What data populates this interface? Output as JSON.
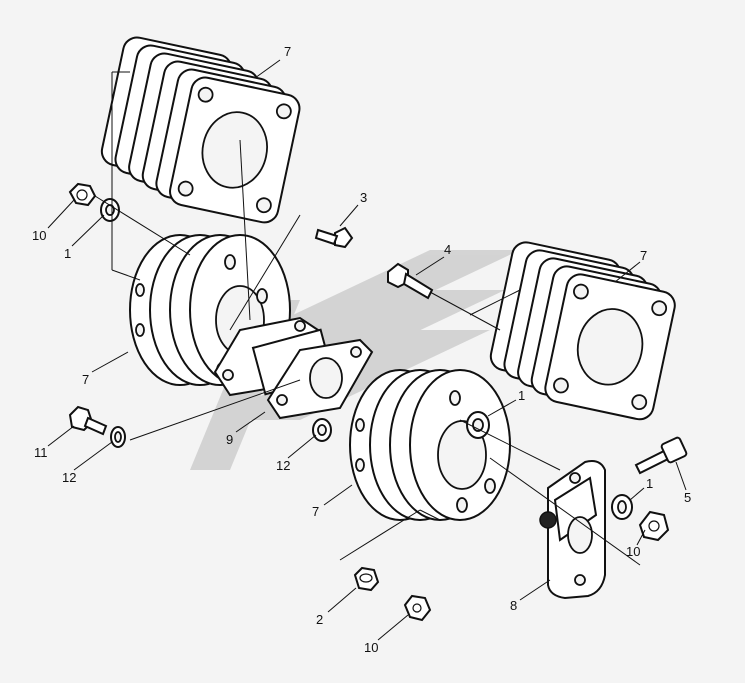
{
  "diagram": {
    "callouts": [
      {
        "id": "c1",
        "text": "7"
      },
      {
        "id": "c2",
        "text": "3"
      },
      {
        "id": "c3",
        "text": "10"
      },
      {
        "id": "c4",
        "text": "1"
      },
      {
        "id": "c5",
        "text": "7"
      },
      {
        "id": "c6",
        "text": "4"
      },
      {
        "id": "c7",
        "text": "7"
      },
      {
        "id": "c8",
        "text": "11"
      },
      {
        "id": "c9",
        "text": "12"
      },
      {
        "id": "c10",
        "text": "9"
      },
      {
        "id": "c11",
        "text": "12"
      },
      {
        "id": "c12",
        "text": "1"
      },
      {
        "id": "c13",
        "text": "7"
      },
      {
        "id": "c14",
        "text": "1"
      },
      {
        "id": "c15",
        "text": "5"
      },
      {
        "id": "c16",
        "text": "10"
      },
      {
        "id": "c17",
        "text": "2"
      },
      {
        "id": "c18",
        "text": "8"
      },
      {
        "id": "c19",
        "text": "10"
      }
    ]
  }
}
